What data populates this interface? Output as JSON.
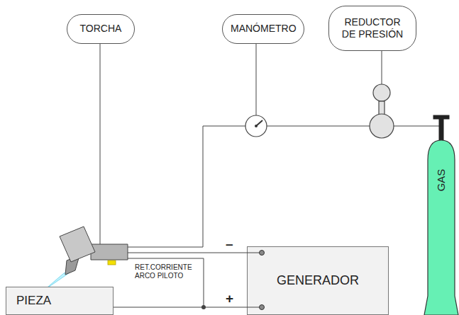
{
  "diagram": {
    "nodes": [
      {
        "text": [
          "TORCHA"
        ]
      },
      {
        "text": [
          "MANÓMETRO"
        ]
      },
      {
        "text": [
          "REDUCTOR DE PRESIÓN"
        ]
      },
      {
        "text": [
          "GAS"
        ]
      },
      {
        "text": [
          "GENERADOR"
        ]
      },
      {
        "text": [
          "PIEZA"
        ]
      }
    ],
    "edges": [
      {
        "from": 4,
        "to": 5,
        "arrow": "none"
      }
    ],
    "labels": [
      "RET.CORRIENTE ARCO PILOTO",
      "–",
      "+"
    ]
  }
}
